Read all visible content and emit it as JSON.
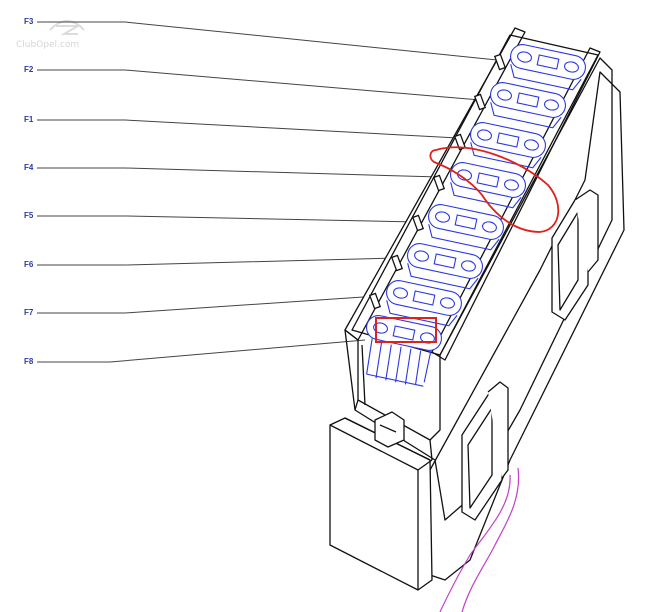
{
  "watermark": {
    "text": "ClubOpel.com"
  },
  "fuse_labels": [
    {
      "id": "F3",
      "text": "F3"
    },
    {
      "id": "F2",
      "text": "F2"
    },
    {
      "id": "F1",
      "text": "F1"
    },
    {
      "id": "F4",
      "text": "F4"
    },
    {
      "id": "F5",
      "text": "F5"
    },
    {
      "id": "F6",
      "text": "F6"
    },
    {
      "id": "F7",
      "text": "F7"
    },
    {
      "id": "F8",
      "text": "F8"
    }
  ],
  "highlights": {
    "F4": {
      "shape": "freehand-ellipse",
      "color": "#e0201c"
    },
    "F8": {
      "shape": "rectangle",
      "color": "#e0201c"
    }
  },
  "colors": {
    "outline": "#111111",
    "fuse": "#2b38e0",
    "leader": "#444444",
    "label": "#2a3aa8",
    "wire": "#c040c8",
    "highlight": "#e0201c"
  }
}
